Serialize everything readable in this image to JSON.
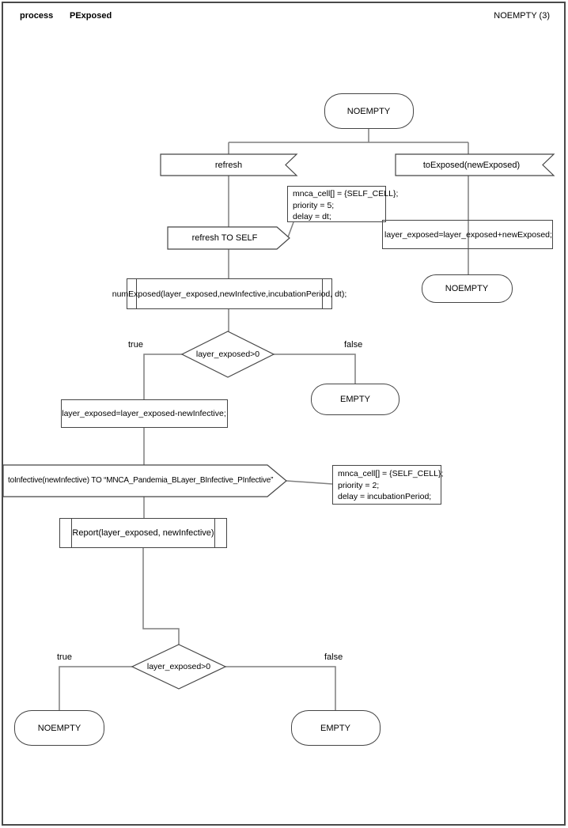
{
  "header": {
    "kind_label": "process",
    "process_name": "PExposed",
    "state_ref": "NOEMPTY (3)"
  },
  "nodes": {
    "state_top": "NOEMPTY",
    "receive_refresh": "refresh",
    "receive_to_exposed": "toExposed(newExposed)",
    "note_refresh": {
      "line1": "mnca_cell[] = {SELF_CELL};",
      "line2": "priority = 5;",
      "line3": "delay = dt;"
    },
    "send_refresh_self": "refresh TO SELF",
    "assign_add_exposed": "layer_exposed=layer_exposed+newExposed;",
    "state_noempty_mid": "NOEMPTY",
    "call_num_exposed": "numExposed(layer_exposed,newInfective,incubationPeriod, dt);",
    "decision_1": "layer_exposed>0",
    "decision_1_true": "true",
    "decision_1_false": "false",
    "state_empty_mid": "EMPTY",
    "assign_sub_infective": "layer_exposed=layer_exposed-newInfective;",
    "send_to_infective": "toInfective(newInfective) TO “MNCA_Pandemia_BLayer_BInfective_PInfective”",
    "note_infective": {
      "line1": "mnca_cell[] = {SELF_CELL};",
      "line2": "priority = 2;",
      "line3": "delay = incubationPeriod;"
    },
    "call_report": "Report(layer_exposed, newInfective)",
    "decision_2": "layer_exposed>0",
    "decision_2_true": "true",
    "decision_2_false": "false",
    "state_noempty_bottom": "NOEMPTY",
    "state_empty_bottom": "EMPTY"
  },
  "colors": {
    "connector": "#7f7f7f",
    "outline": "#454545",
    "background": "#ffffff",
    "text": "#000000"
  }
}
